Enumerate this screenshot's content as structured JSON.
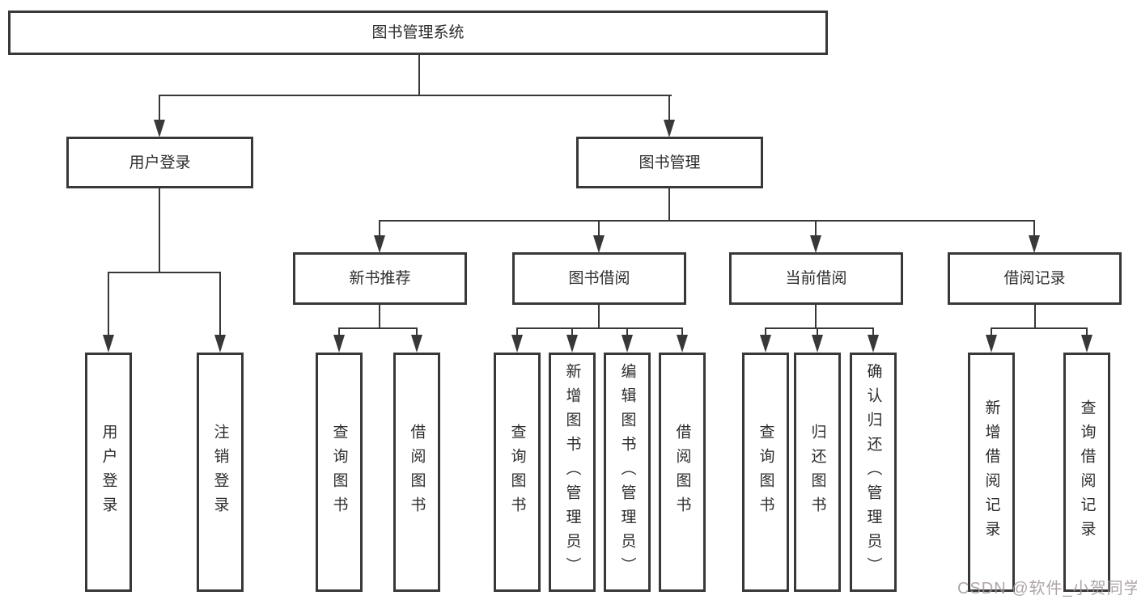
{
  "tree": {
    "label": "图书管理系统",
    "children": [
      {
        "label": "用户登录",
        "children": [
          {
            "label": "用户登录"
          },
          {
            "label": "注销登录"
          }
        ]
      },
      {
        "label": "图书管理",
        "children": [
          {
            "label": "新书推荐",
            "children": [
              {
                "label": "查询图书"
              },
              {
                "label": "借阅图书"
              }
            ]
          },
          {
            "label": "图书借阅",
            "children": [
              {
                "label": "查询图书"
              },
              {
                "label": "新增图书（管理员）"
              },
              {
                "label": "编辑图书（管理员）"
              },
              {
                "label": "借阅图书"
              }
            ]
          },
          {
            "label": "当前借阅",
            "children": [
              {
                "label": "查询图书"
              },
              {
                "label": "归还图书"
              },
              {
                "label": "确认归还（管理员）"
              }
            ]
          },
          {
            "label": "借阅记录",
            "children": [
              {
                "label": "新增借阅记录"
              },
              {
                "label": "查询借阅记录"
              }
            ]
          }
        ]
      }
    ]
  },
  "watermark": {
    "text": "CSDN @软件_小贺同学"
  },
  "colors": {
    "line": "#383838",
    "box_border": "#383838",
    "text": "#2d2d2d",
    "background": "#ffffff",
    "watermark": "#a09696"
  }
}
